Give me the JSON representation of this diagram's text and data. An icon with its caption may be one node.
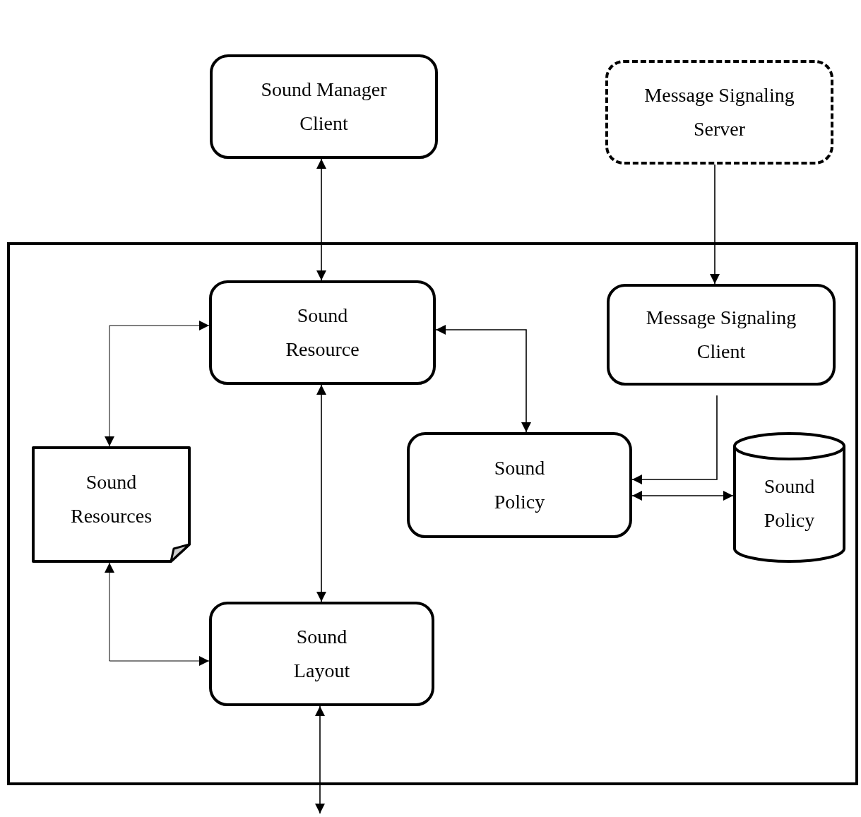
{
  "diagram": {
    "nodes": [
      {
        "text": [
          "Sound Manager Client"
        ]
      },
      {
        "text": [
          "Message Signaling Server"
        ]
      },
      {
        "text": [],
        "shape": "box"
      },
      {
        "text": [
          "Sound Resource"
        ],
        "in": 2
      },
      {
        "text": [
          "Message Signaling Client"
        ],
        "in": 2
      },
      {
        "text": [
          "Sound Resources"
        ],
        "in": 2
      },
      {
        "text": [
          "Sound Policy"
        ],
        "in": 2
      },
      {
        "text": [
          "Sound Policy"
        ],
        "in": 2
      },
      {
        "text": [
          "Sound Layout"
        ],
        "in": 2
      }
    ],
    "edges": [
      {
        "from": 0,
        "to": 3,
        "arrow": "both"
      },
      {
        "from": 1,
        "to": 4,
        "arrow": "to"
      },
      {
        "from": 5,
        "to": 3,
        "arrow": "both"
      },
      {
        "from": 3,
        "to": 6,
        "arrow": "both"
      },
      {
        "from": 3,
        "to": 8,
        "arrow": "both"
      },
      {
        "from": 5,
        "to": 8,
        "arrow": "both"
      },
      {
        "from": 4,
        "to": 6,
        "arrow": "to"
      },
      {
        "from": 6,
        "to": 7,
        "arrow": "both"
      },
      {
        "from": 8,
        "to": null,
        "arrow": "both"
      }
    ]
  }
}
